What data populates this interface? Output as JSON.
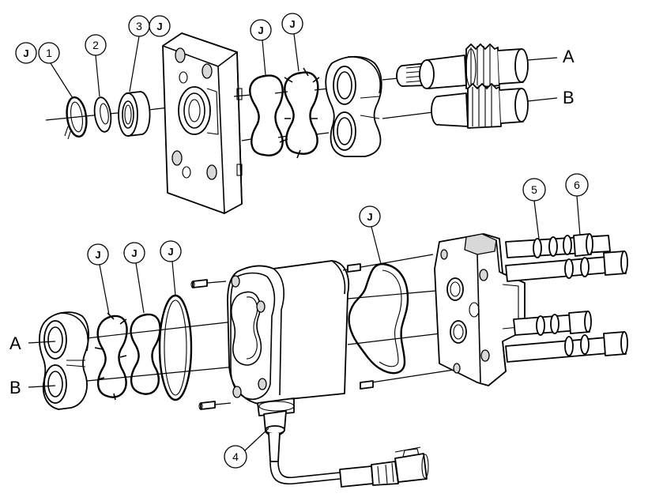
{
  "callouts": {
    "numbers": {
      "c1": "1",
      "c2": "2",
      "c3": "3",
      "c4": "4",
      "c5": "5",
      "c6": "6"
    },
    "j_label": "J"
  },
  "letters": {
    "top_a": "A",
    "top_b": "B",
    "bottom_a": "A",
    "bottom_b": "B"
  }
}
